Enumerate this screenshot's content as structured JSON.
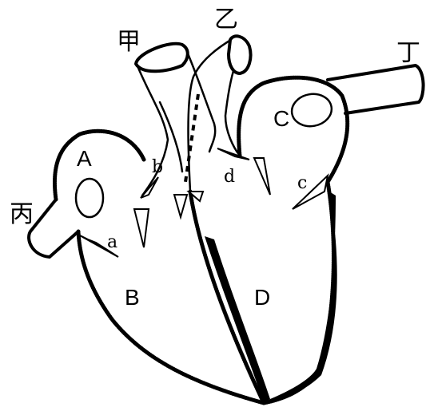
{
  "diagram": {
    "vessel_labels": {
      "jia": "甲",
      "yi": "乙",
      "bing": "丙",
      "ding": "丁"
    },
    "chamber_labels": {
      "A": "A",
      "B": "B",
      "C": "C",
      "D": "D"
    },
    "valve_labels": {
      "a": "a",
      "b": "b",
      "c": "c",
      "d": "d"
    }
  }
}
